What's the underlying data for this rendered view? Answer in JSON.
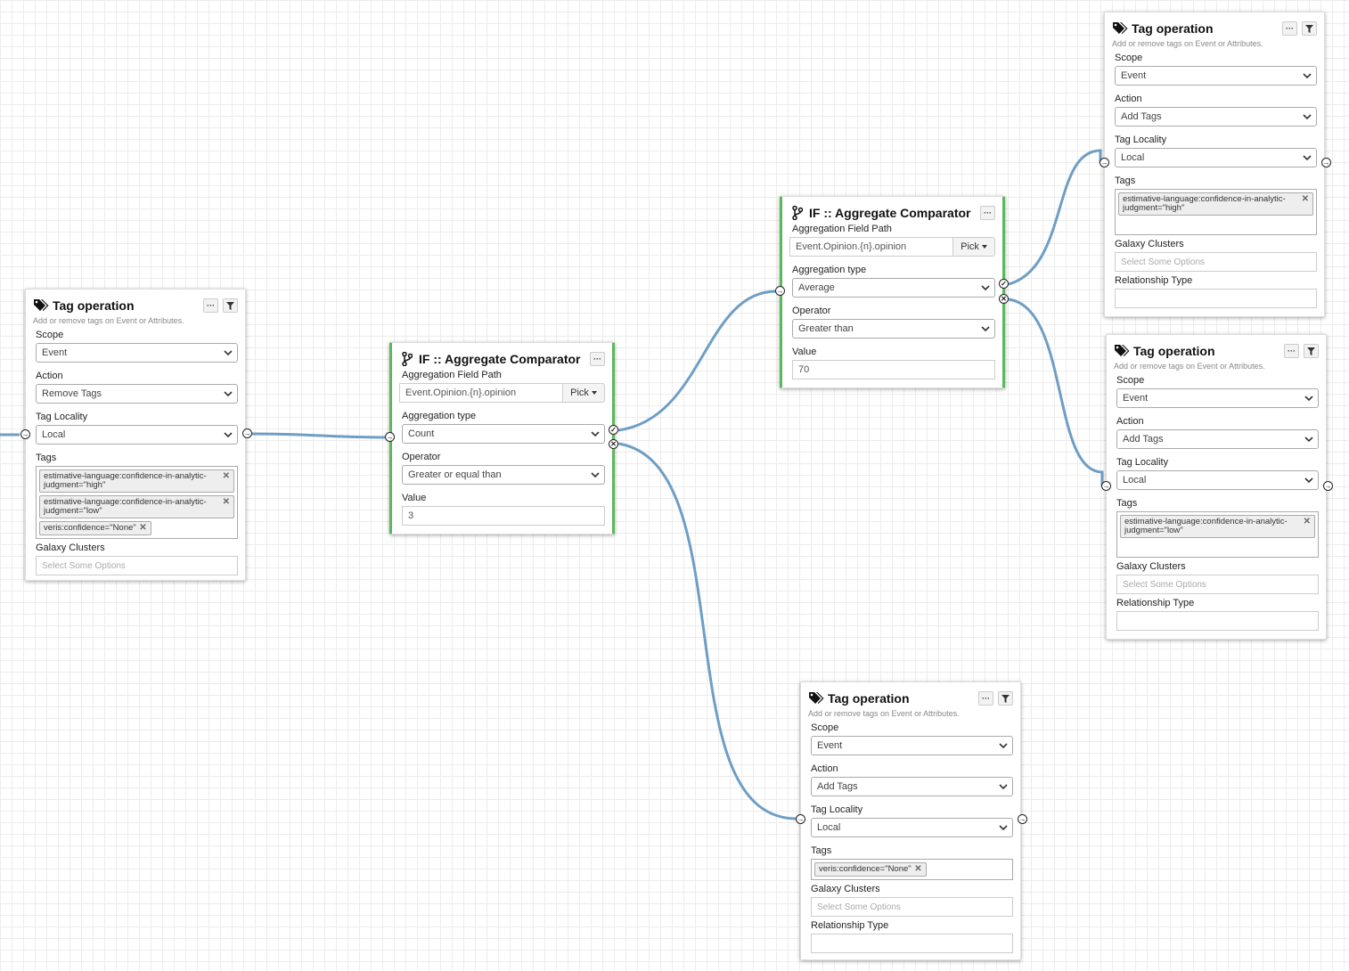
{
  "colors": {
    "wire": "#6f9ec5",
    "if_border": "#5cb85c",
    "grid": "#ececec"
  },
  "icons": {
    "tag_node": "tags-icon",
    "if_node": "code-branch-icon",
    "options": "ellipsis-icon",
    "filter": "filter-icon"
  },
  "ui": {
    "pick_label": "Pick",
    "options_glyph": "···"
  },
  "nodes": {
    "tag_remove": {
      "title": "Tag operation",
      "description": "Add or remove tags on Event or Attributes.",
      "scope_label": "Scope",
      "scope": "Event",
      "action_label": "Action",
      "action": "Remove Tags",
      "locality_label": "Tag Locality",
      "locality": "Local",
      "tags_label": "Tags",
      "tags": [
        "estimative-language:confidence-in-analytic-judgment=\"high\"",
        "estimative-language:confidence-in-analytic-judgment=\"low\"",
        "veris:confidence=\"None\""
      ],
      "galaxy_label": "Galaxy Clusters",
      "galaxy_placeholder": "Select Some Options"
    },
    "if_count": {
      "title": "IF :: Aggregate Comparator",
      "path_label": "Aggregation Field Path",
      "path": "Event.Opinion.{n}.opinion",
      "agg_type_label": "Aggregation type",
      "agg_type": "Count",
      "operator_label": "Operator",
      "operator": "Greater or equal than",
      "value_label": "Value",
      "value": "3"
    },
    "if_average": {
      "title": "IF :: Aggregate Comparator",
      "path_label": "Aggregation Field Path",
      "path": "Event.Opinion.{n}.opinion",
      "agg_type_label": "Aggregation type",
      "agg_type": "Average",
      "operator_label": "Operator",
      "operator": "Greater than",
      "value_label": "Value",
      "value": "70"
    },
    "tag_high": {
      "title": "Tag operation",
      "description": "Add or remove tags on Event or Attributes.",
      "scope_label": "Scope",
      "scope": "Event",
      "action_label": "Action",
      "action": "Add Tags",
      "locality_label": "Tag Locality",
      "locality": "Local",
      "tags_label": "Tags",
      "tags": [
        "estimative-language:confidence-in-analytic-judgment=\"high\""
      ],
      "galaxy_label": "Galaxy Clusters",
      "galaxy_placeholder": "Select Some Options",
      "relationship_label": "Relationship Type"
    },
    "tag_low": {
      "title": "Tag operation",
      "description": "Add or remove tags on Event or Attributes.",
      "scope_label": "Scope",
      "scope": "Event",
      "action_label": "Action",
      "action": "Add Tags",
      "locality_label": "Tag Locality",
      "locality": "Local",
      "tags_label": "Tags",
      "tags": [
        "estimative-language:confidence-in-analytic-judgment=\"low\""
      ],
      "galaxy_label": "Galaxy Clusters",
      "galaxy_placeholder": "Select Some Options",
      "relationship_label": "Relationship Type"
    },
    "tag_none": {
      "title": "Tag operation",
      "description": "Add or remove tags on Event or Attributes.",
      "scope_label": "Scope",
      "scope": "Event",
      "action_label": "Action",
      "action": "Add Tags",
      "locality_label": "Tag Locality",
      "locality": "Local",
      "tags_label": "Tags",
      "tags": [
        "veris:confidence=\"None\""
      ],
      "galaxy_label": "Galaxy Clusters",
      "galaxy_placeholder": "Select Some Options",
      "relationship_label": "Relationship Type"
    }
  }
}
